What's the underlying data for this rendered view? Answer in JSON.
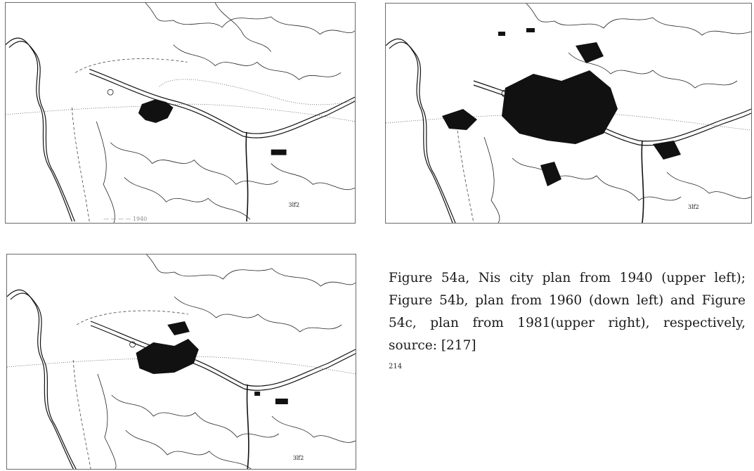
{
  "figures": [
    {
      "id": "54a",
      "scale_note": "3lf2"
    },
    {
      "id": "54c",
      "scale_note": "3lf2"
    },
    {
      "id": "54b",
      "scale_note": "3lf2"
    }
  ],
  "caption": {
    "text": "Figure 54a, Nis city plan from 1940 (upper left); Figure 54b, plan from 1960 (down left) and Figure 54c, plan from 1981(upper right), respectively, source: [217]"
  },
  "page_number": "214",
  "faint_caption": "— — — — 1940",
  "colors": {
    "ink": "#111111",
    "background": "#ffffff"
  }
}
